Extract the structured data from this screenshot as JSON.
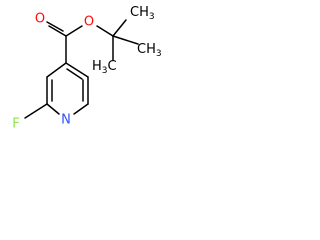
{
  "molecule": {
    "atoms": [
      {
        "symbol": "O",
        "color": "#ff0d0d"
      },
      {
        "symbol": "O",
        "color": "#ff0d0d"
      },
      {
        "symbol": "F",
        "color": "#90e050"
      },
      {
        "symbol": "N",
        "color": "#3050f8"
      }
    ],
    "methyl_labels": [
      {
        "main": "CH",
        "sub": "3"
      },
      {
        "main": "H",
        "sub": "3",
        "tail": "C"
      },
      {
        "main": "CH",
        "sub": "3"
      }
    ],
    "bond_color": "#000000"
  }
}
